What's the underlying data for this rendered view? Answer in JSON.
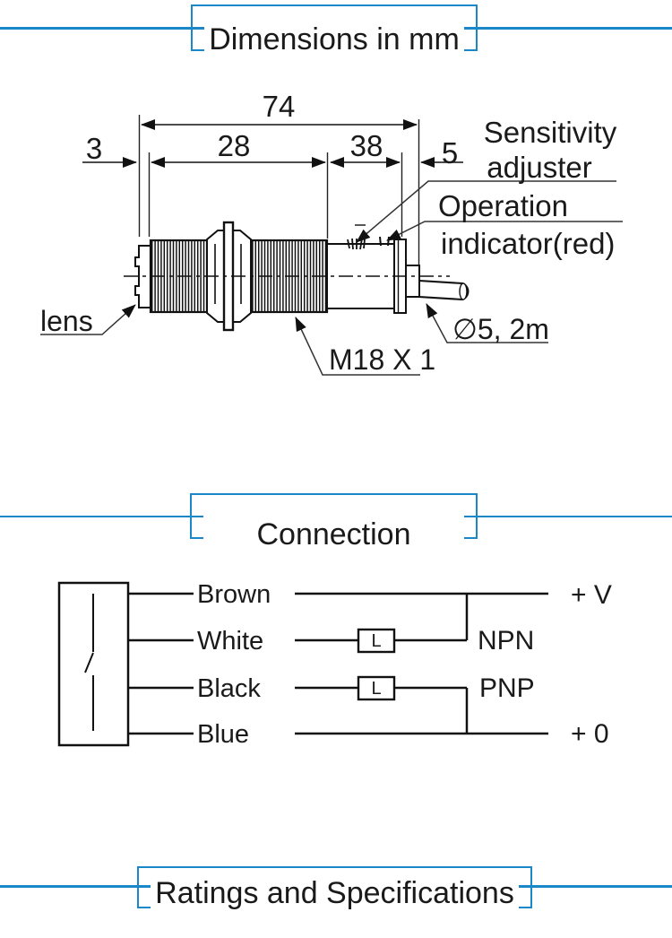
{
  "theme": {
    "accent": "#1987c8",
    "ink": "#1a1a1a"
  },
  "headers": {
    "dimensions": "Dimensions in mm",
    "connection": "Connection",
    "ratings": "Ratings and Specifications"
  },
  "dimensions_figure": {
    "dims": {
      "overall": "74",
      "lens_protrusion": "3",
      "front_thread": "28",
      "rear_body": "38",
      "cable_tail": "5"
    },
    "labels": {
      "sensitivity_line1": "Sensitivity",
      "sensitivity_line2": "adjuster",
      "operation_line1": "Operation",
      "operation_line2": "indicator(red)",
      "lens": "lens",
      "thread_spec": "M18 X 1",
      "cable_spec": "∅5, 2m"
    }
  },
  "connection_figure": {
    "wires": [
      {
        "label": "Brown",
        "terminal": "+ V"
      },
      {
        "label": "White",
        "output": "NPN"
      },
      {
        "label": "Black",
        "output": "PNP"
      },
      {
        "label": "Blue",
        "terminal": "+ 0"
      }
    ],
    "load_label": "L"
  }
}
